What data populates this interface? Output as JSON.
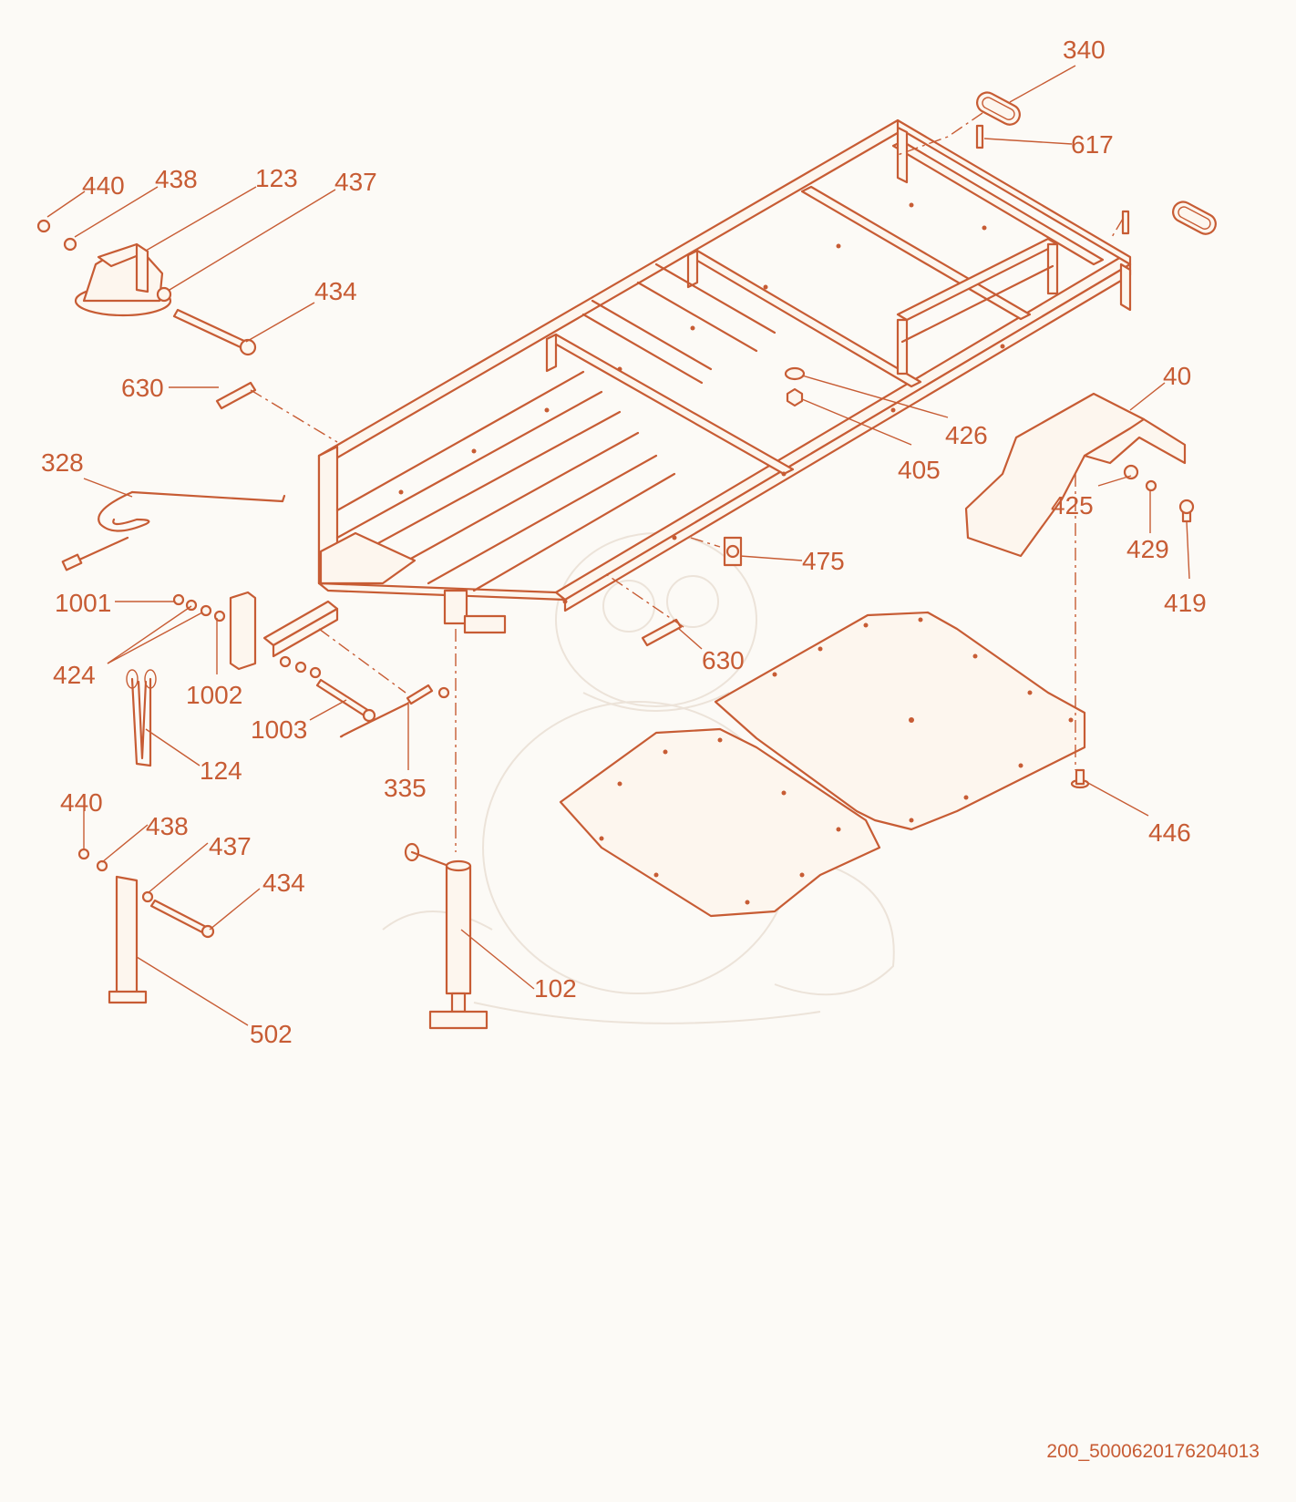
{
  "diagram": {
    "callouts": {
      "c340": "340",
      "c617": "617",
      "c440a": "440",
      "c438a": "438",
      "c123": "123",
      "c437a": "437",
      "c434a": "434",
      "c630a": "630",
      "c426": "426",
      "c40": "40",
      "c405": "405",
      "c328": "328",
      "c425": "425",
      "c429": "429",
      "c475": "475",
      "c419": "419",
      "c1001": "1001",
      "c630b": "630",
      "c424": "424",
      "c1002": "1002",
      "c1003": "1003",
      "c124": "124",
      "c335": "335",
      "c446": "446",
      "c440b": "440",
      "c438b": "438",
      "c437b": "437",
      "c434b": "434",
      "c102": "102",
      "c502": "502"
    },
    "drawing_code": "200_5000620176204013",
    "colors": {
      "line": "#c75c34",
      "background": "#fcfaf6",
      "watermark": "#ece3d9"
    }
  }
}
